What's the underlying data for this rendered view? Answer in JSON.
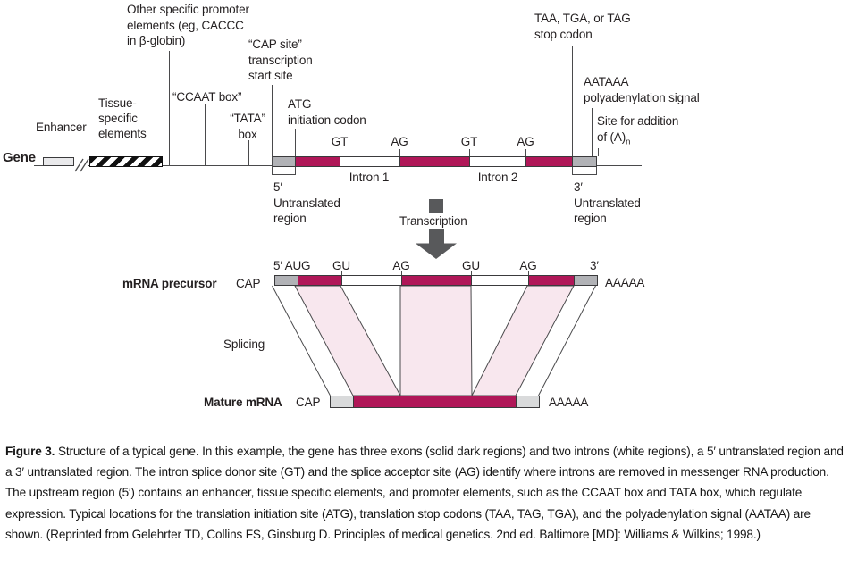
{
  "figure": {
    "gene_row": {
      "gene_label": "Gene",
      "enhancer_label": "Enhancer",
      "tissue_lines": [
        "Tissue-",
        "specific",
        "elements"
      ],
      "promoter_lines": [
        "Other specific promoter",
        "elements (eg, CACCC",
        "in β-globin)"
      ],
      "ccaat_label": "“CCAAT box”",
      "tata_lines": [
        "“TATA”",
        "box"
      ],
      "cap_lines": [
        "“CAP site”",
        "transcription",
        "start site"
      ],
      "atg_lines": [
        "ATG",
        "initiation codon"
      ],
      "stop_lines": [
        "TAA, TGA, or TAG",
        "stop codon"
      ],
      "polya_signal_lines": [
        "AATAAA",
        "polyadenylation signal"
      ],
      "polya_site_line1": "Site for addition",
      "polya_site_line2_main": "of (A)",
      "polya_site_line2_sub": "n",
      "splice_sites": [
        "GT",
        "AG",
        "GT",
        "AG"
      ],
      "intron1_label": "Intron 1",
      "intron2_label": "Intron 2",
      "utr5_lines": [
        "5′",
        "Untranslated",
        "region"
      ],
      "utr3_lines": [
        "3′",
        "Untranslated",
        "region"
      ]
    },
    "transcription_label": "Transcription",
    "precursor_row": {
      "title": "mRNA precursor",
      "cap": "CAP",
      "tail": "AAAAA",
      "site_labels": [
        "5′ AUG",
        "GU",
        "AG",
        "GU",
        "AG",
        "3′"
      ]
    },
    "splicing_label": "Splicing",
    "mature_row": {
      "title": "Mature mRNA",
      "cap": "CAP",
      "tail": "AAAAA"
    },
    "colors": {
      "exon_magenta": "#b01758",
      "utr_gray": "#b1b2b6",
      "mature_end_gray": "#d9dadb",
      "enhancer_gray": "#e9e9eb",
      "splice_pink": "#f8e7ee",
      "arrow_gray": "#58595b",
      "line_gray": "#4a4a4c",
      "text": "#231f20"
    }
  },
  "caption": {
    "label": "Figure 3.",
    "body": "Structure of a typical gene. In this example, the gene has three exons (solid dark regions) and two introns (white regions), a 5′ untranslated region and a 3′ untranslated region. The intron splice donor site (GT) and the splice acceptor site (AG) identify where introns are removed in messenger RNA production. The upstream region (5′) contains an enhancer, tissue specific elements, and promoter elements, such as the CCAAT box and TATA box, which regulate expression. Typical locations for the translation initiation site (ATG), translation stop codons (TAA, TAG, TGA), and the polyadenylation signal (AATAA) are shown. (Reprinted from Gelehrter TD, Collins FS, Ginsburg D. Principles of medical genetics. 2nd ed. Baltimore [MD]: Williams & Wilkins; 1998.)"
  }
}
